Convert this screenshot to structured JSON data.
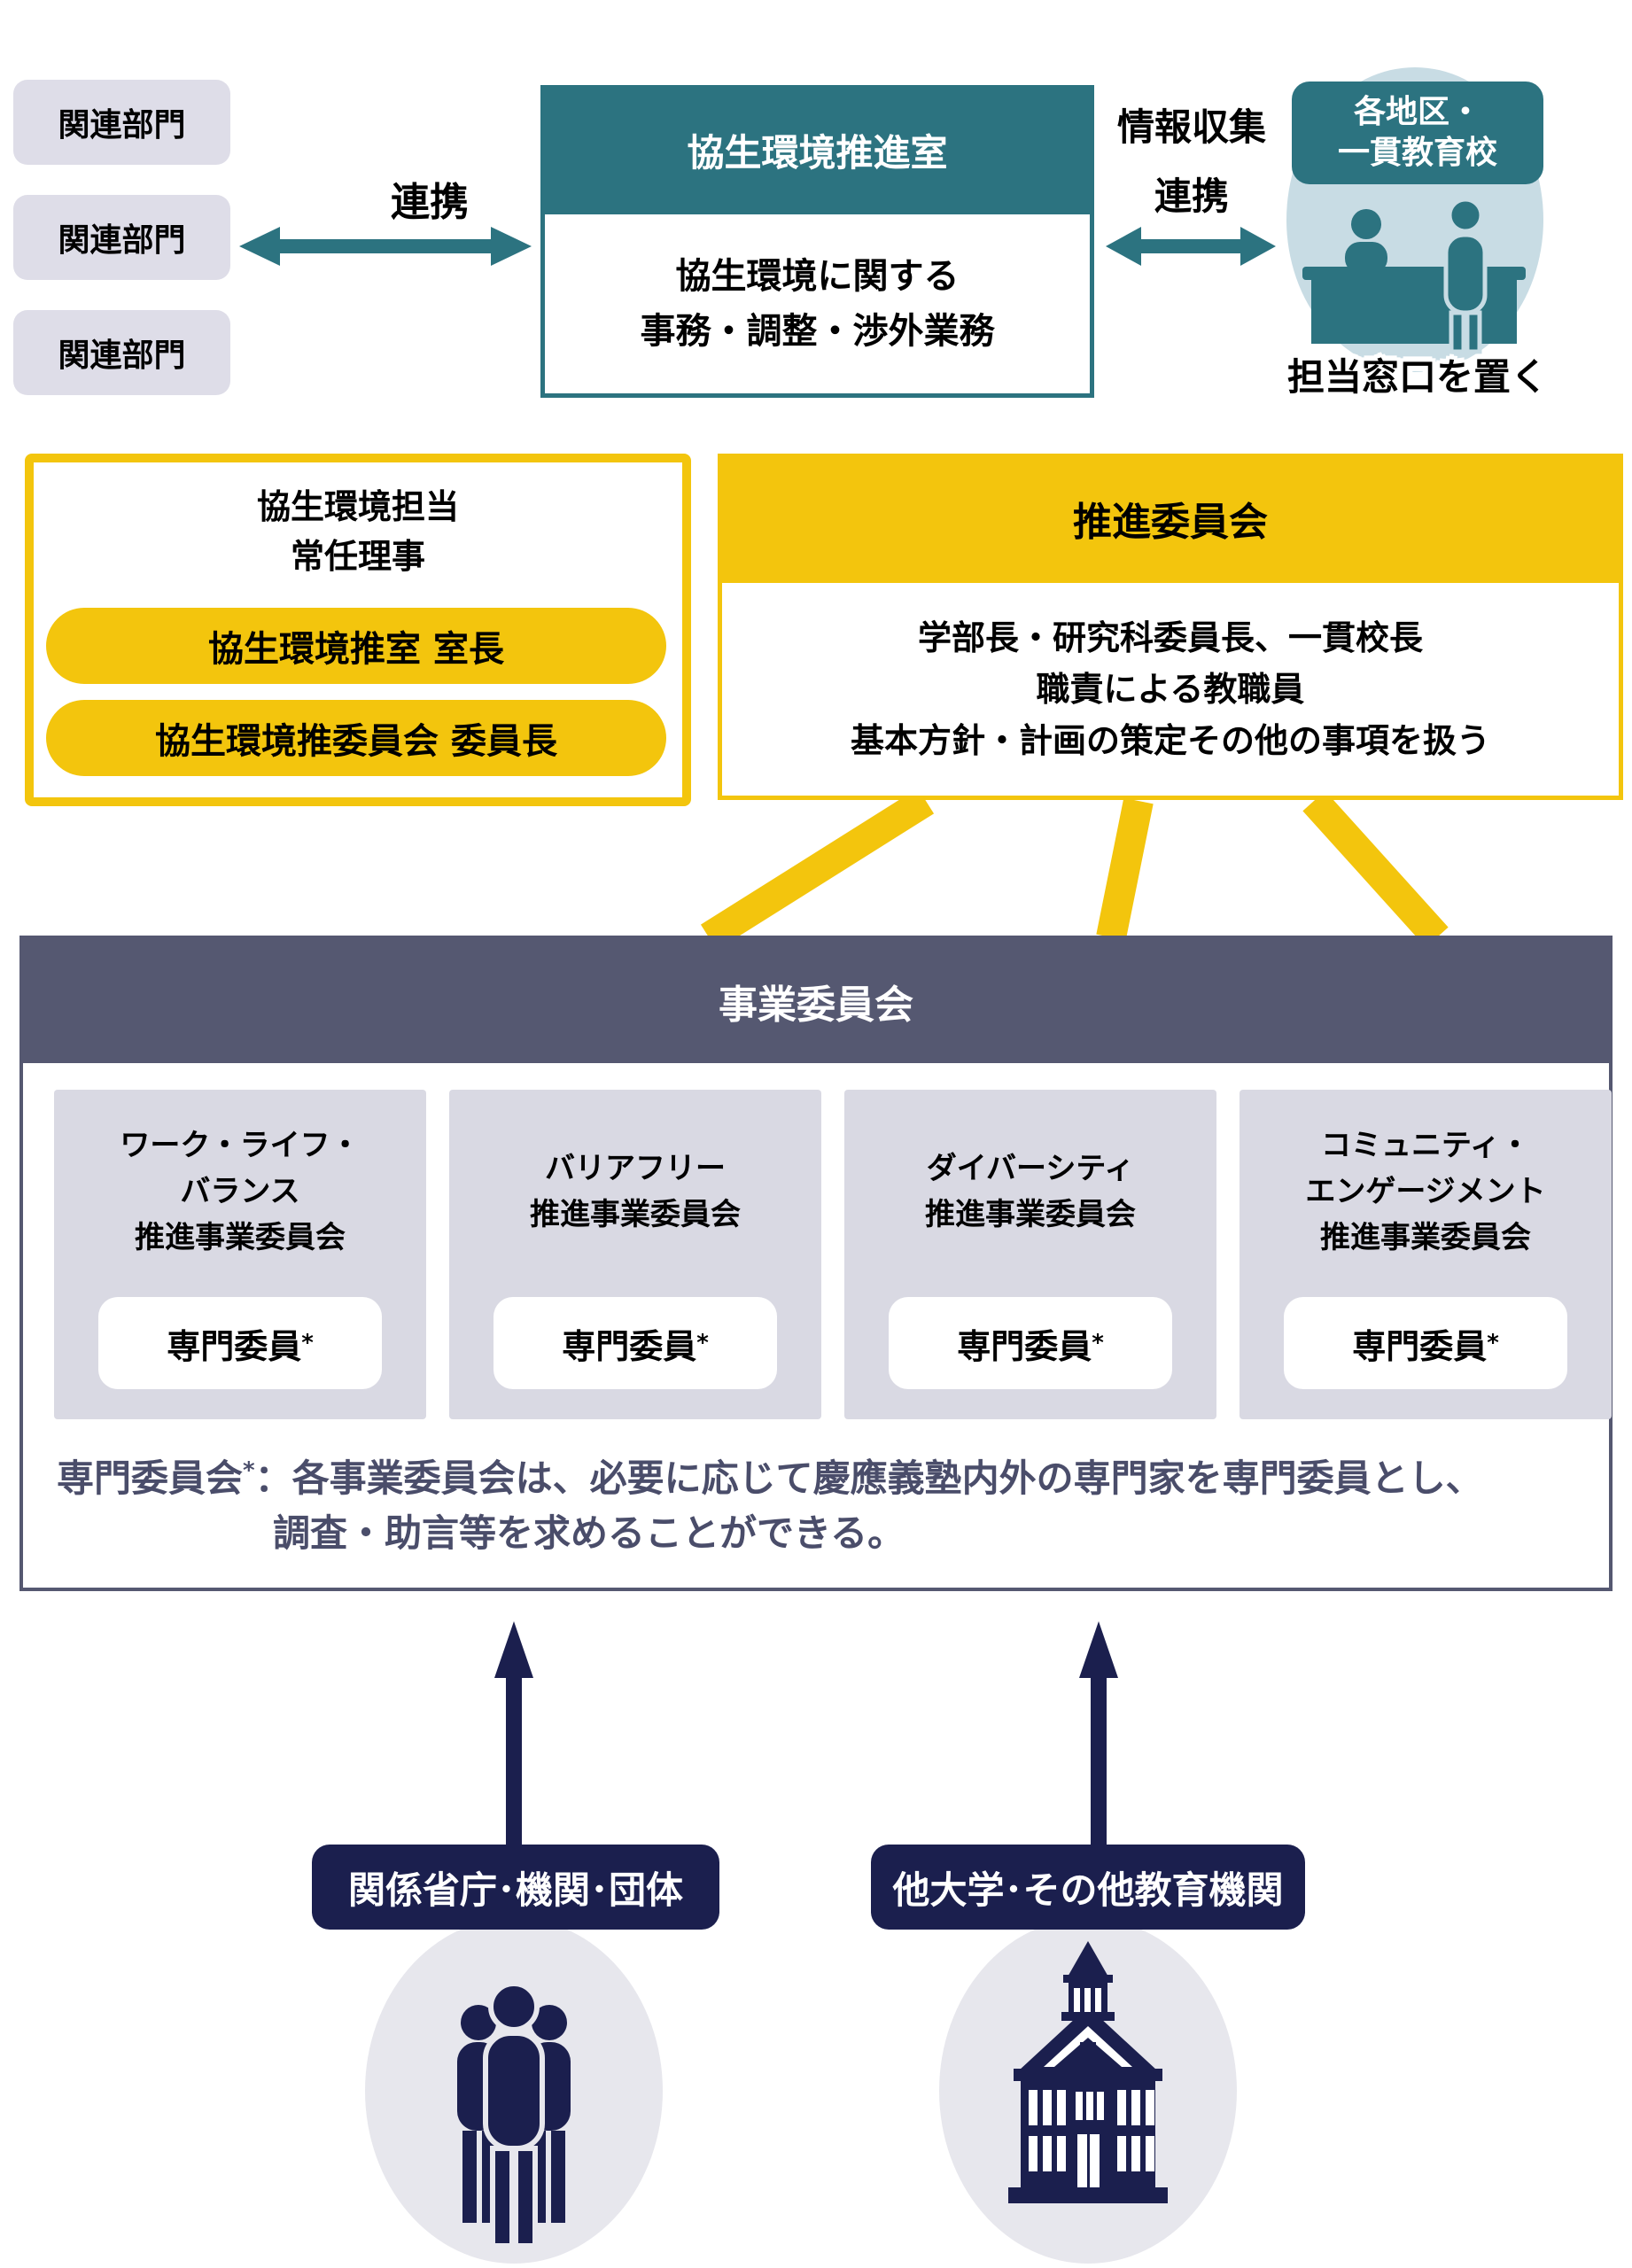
{
  "colors": {
    "teal": "#2C7380",
    "yellow": "#F3C50D",
    "slate": "#555871",
    "navy": "#1B1F4E",
    "lavender": "#DEDDE8",
    "subbox": "#D9D9E3",
    "lightblue": "#C8DCE4",
    "lightgray": "#E7E7ED",
    "footnote": "#4A4D6A"
  },
  "top": {
    "related_departments": [
      "関連部門",
      "関連部門",
      "関連部門"
    ],
    "left_link_label": "連携",
    "office": {
      "title": "協生環境推進室",
      "body": "協生環境に関する\n事務・調整・渉外業務"
    },
    "right_link_label_1": "情報収集",
    "right_link_label_2": "連携",
    "district": {
      "title": "各地区・\n一貫教育校",
      "caption": "担当窓口を置く"
    }
  },
  "middle": {
    "director": {
      "title": "協生環境担当\n常任理事",
      "roles": [
        "協生環境推室 室長",
        "協生環境推委員会 委員長"
      ]
    },
    "promotion_committee": {
      "title": "推進委員会",
      "body": "学部長・研究科委員長、一貫校長\n職責による教職員\n基本方針・計画の策定その他の事項を扱う"
    }
  },
  "business": {
    "title": "事業委員会",
    "committees": [
      {
        "name": "ワーク・ライフ・\nバランス\n推進事業委員会",
        "member": "専門委員",
        "asterisk": "*"
      },
      {
        "name": "バリアフリー\n推進事業委員会",
        "member": "専門委員",
        "asterisk": "*"
      },
      {
        "name": "ダイバーシティ\n推進事業委員会",
        "member": "専門委員",
        "asterisk": "*"
      },
      {
        "name": "コミュニティ・\nエンゲージメント\n推進事業委員会",
        "member": "専門委員",
        "asterisk": "*"
      }
    ],
    "footnote": {
      "prefix": "専門委員会",
      "asterisk": "*",
      "line1": "：各事業委員会は、必要に応じて慶應義塾内外の専門家を専門委員とし、",
      "line2": "調査・助言等を求めることができる。"
    }
  },
  "bottom": {
    "left_box": "関係省庁･機関･団体",
    "right_box": "他大学･その他教育機関"
  }
}
